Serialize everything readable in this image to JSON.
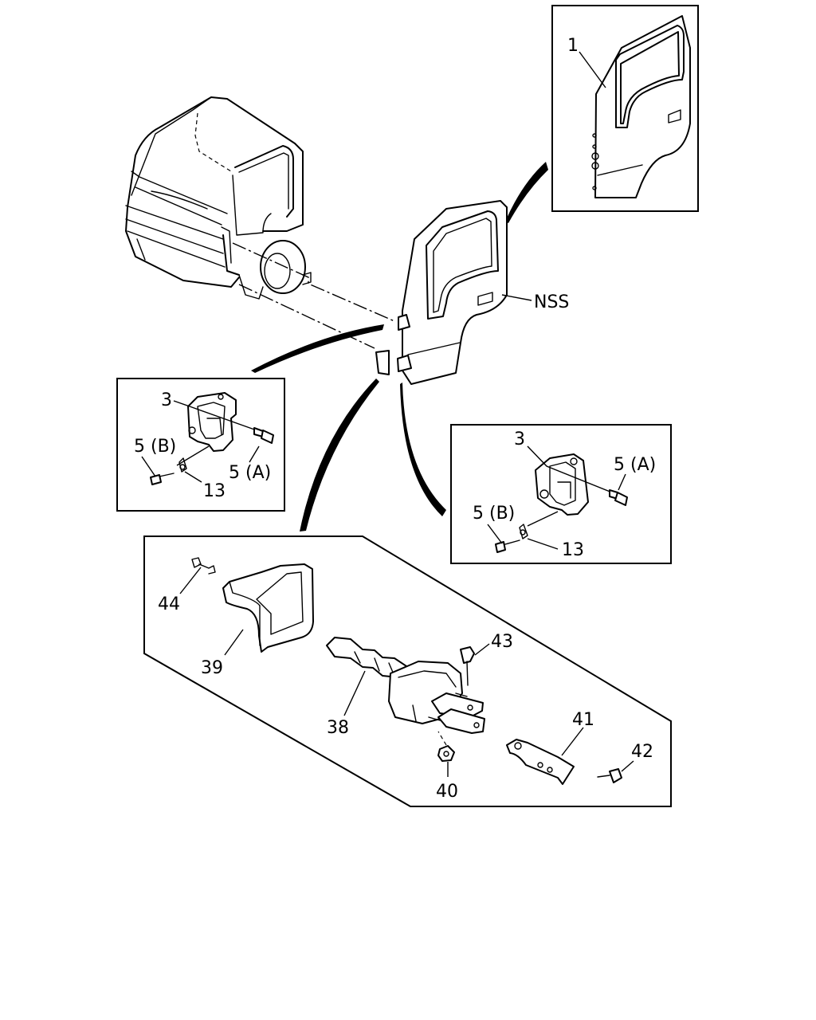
{
  "labels": {
    "door_part": "1",
    "nss": "NSS",
    "hinge_left": "3",
    "bolt_a_left": "5 (A)",
    "bolt_b_left": "5 (B)",
    "clip_left": "13",
    "hinge_right": "3",
    "bolt_a_right": "5 (A)",
    "bolt_b_right": "5 (B)",
    "clip_right": "13",
    "part_44": "44",
    "part_39": "39",
    "part_38": "38",
    "part_43": "43",
    "part_40": "40",
    "part_41": "41",
    "part_42": "42"
  }
}
